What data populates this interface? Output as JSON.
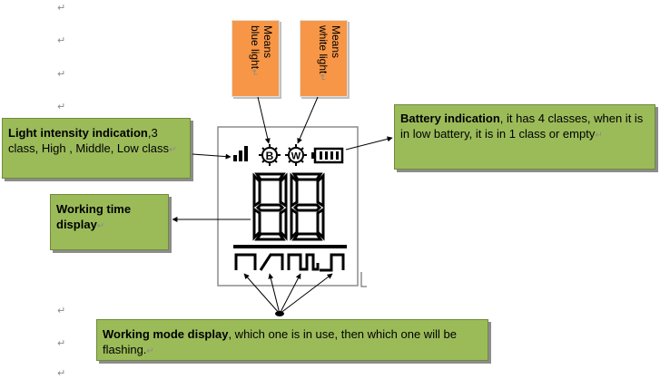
{
  "paragraph_mark": "↵",
  "orange_labels": [
    {
      "line1": "Means",
      "line2": "blue light"
    },
    {
      "line1": "Means",
      "line2": "white light"
    }
  ],
  "light_intensity": {
    "bold": "Light intensity indication",
    "rest": ",3 class, High , Middle, Low class"
  },
  "battery": {
    "bold": "Battery indication",
    "rest": ", it has 4 classes, when it is in low battery, it is in 1 class or empty"
  },
  "working_time": {
    "bold": "Working time display"
  },
  "working_mode": {
    "bold": "Working mode display",
    "rest": ", which one is in use, then which one will be flashing."
  },
  "display": {
    "digits": "88",
    "icon_b": "B",
    "icon_w": "W"
  }
}
